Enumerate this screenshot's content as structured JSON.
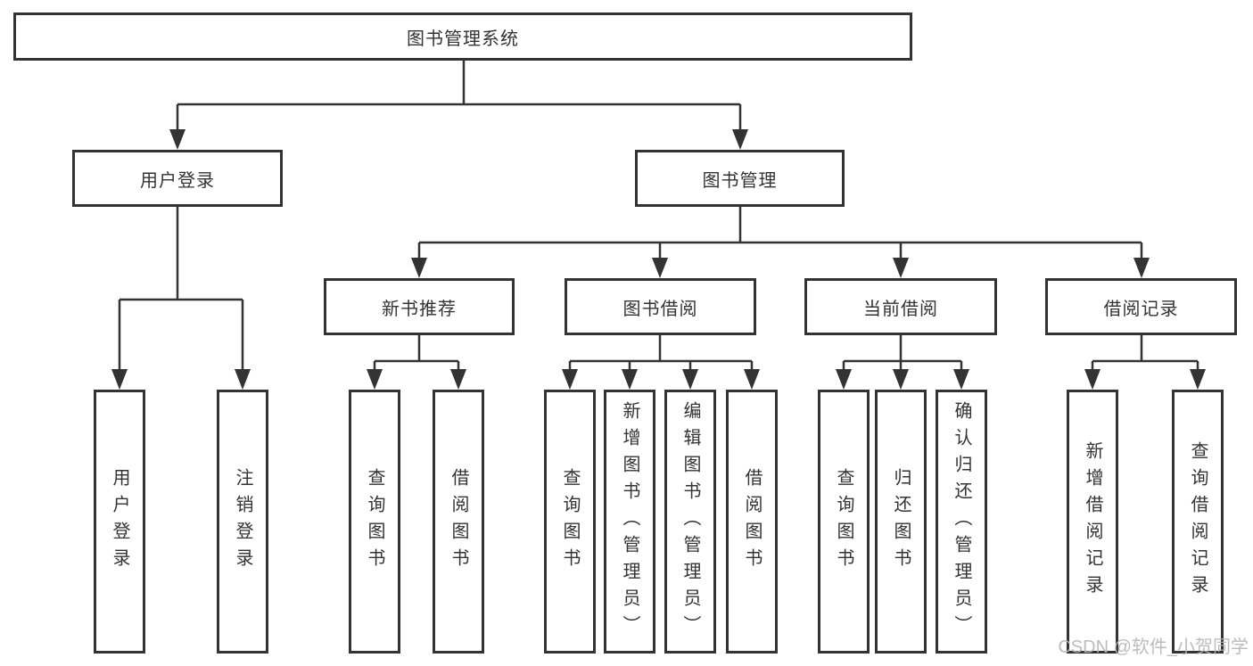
{
  "diagram": {
    "root": {
      "label": "图书管理系统"
    },
    "level2": [
      {
        "label": "用户登录"
      },
      {
        "label": "图书管理"
      }
    ],
    "level3": [
      {
        "label": "新书推荐"
      },
      {
        "label": "图书借阅"
      },
      {
        "label": "当前借阅"
      },
      {
        "label": "借阅记录"
      }
    ],
    "leaves": {
      "user_login": [
        "用户登录",
        "注销登录"
      ],
      "new_book_rec": [
        "查询图书",
        "借阅图书"
      ],
      "book_borrow": [
        "查询图书",
        "新增图书（管理员）",
        "编辑图书（管理员）",
        "借阅图书"
      ],
      "current_borrow": [
        "查询图书",
        "归还图书",
        "确认归还（管理员）"
      ],
      "borrow_records": [
        "新增借阅记录",
        "查询借阅记录"
      ]
    },
    "colors": {
      "line": "#333333",
      "box_border": "#333333",
      "text": "#333333",
      "background": "#ffffff",
      "watermark": "#b5b5b5"
    }
  },
  "watermark": {
    "text": "CSDN @软件_小贺同学"
  }
}
